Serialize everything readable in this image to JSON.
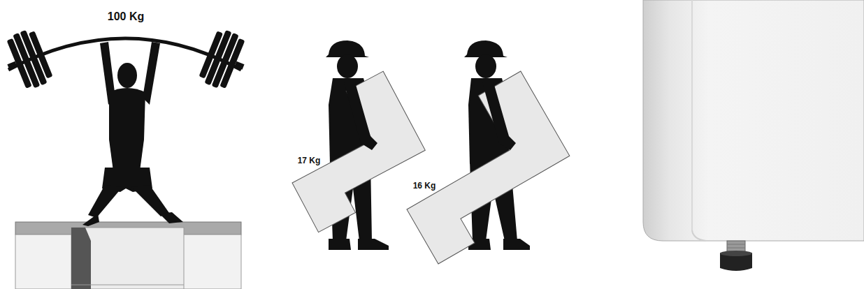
{
  "diagram": {
    "labels": [
      "100 Kg",
      "17 Kg",
      "16 Kg"
    ]
  }
}
